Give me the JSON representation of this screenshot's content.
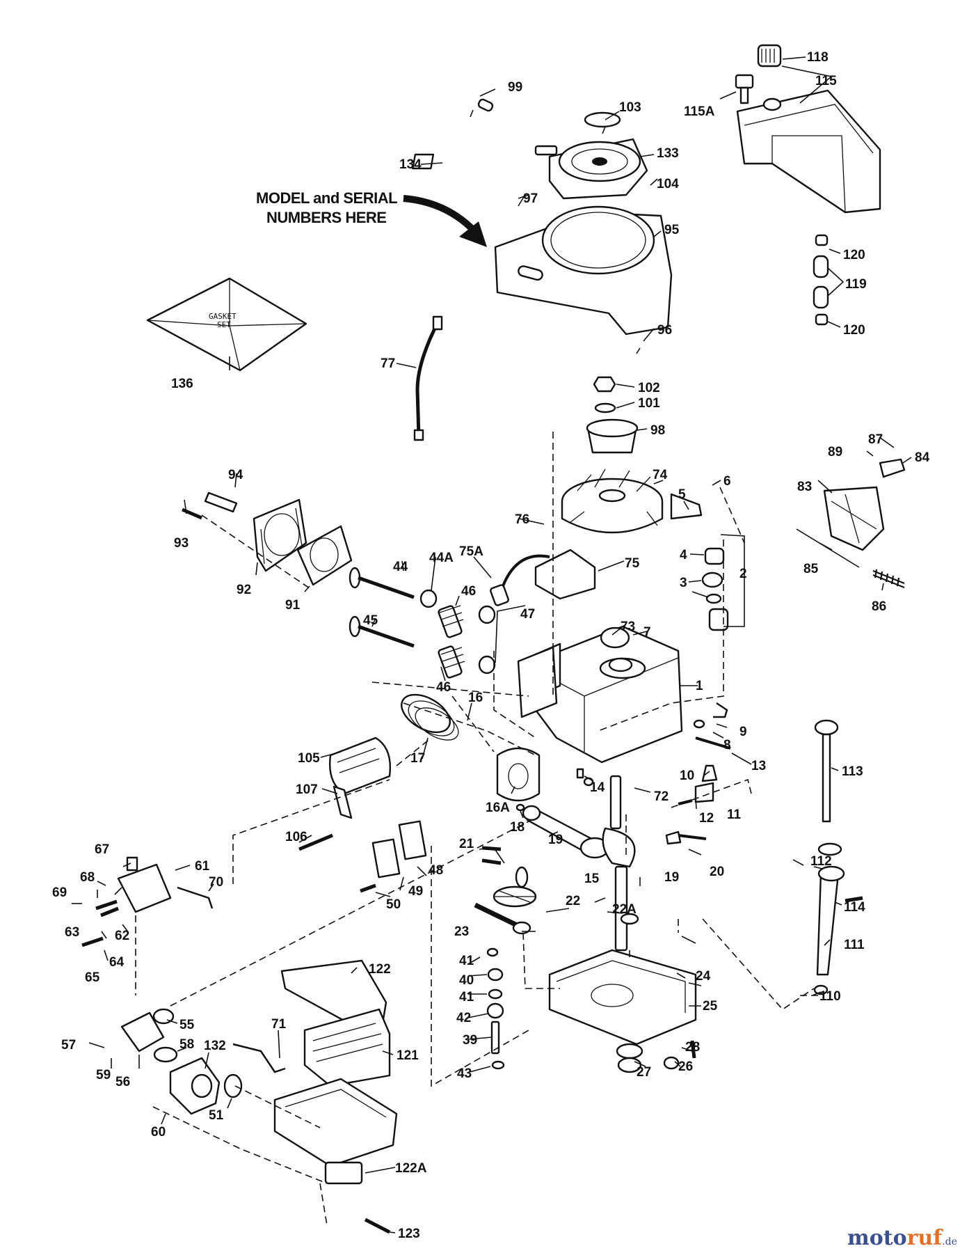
{
  "caption": {
    "line1": "MODEL and SERIAL",
    "line2": "NUMBERS HERE"
  },
  "gasket_set": {
    "line1": "GASKET",
    "line2": "SET"
  },
  "watermark": {
    "part1": "moto",
    "part2": "ruf",
    "tld": ".de"
  },
  "labels": {
    "p118": "118",
    "p115": "115",
    "p115a": "115A",
    "p99": "99",
    "p103": "103",
    "p134": "134",
    "p133": "133",
    "p104": "104",
    "p97": "97",
    "p95": "95",
    "p120a": "120",
    "p119": "119",
    "p120b": "120",
    "p96": "96",
    "p136": "136",
    "p77": "77",
    "p102": "102",
    "p101": "101",
    "p98": "98",
    "p87": "87",
    "p89": "89",
    "p84": "84",
    "p94": "94",
    "p74": "74",
    "p6": "6",
    "p83": "83",
    "p5": "5",
    "p93": "93",
    "p76": "76",
    "p85": "85",
    "p4": "4",
    "p2": "2",
    "p3": "3",
    "p75a": "75A",
    "p75": "75",
    "p92": "92",
    "p44": "44",
    "p44a": "44A",
    "p91": "91",
    "p46a": "46",
    "p86": "86",
    "p73": "73",
    "p45": "45",
    "p47": "47",
    "p7": "7",
    "p46b": "46",
    "p1": "1",
    "p16": "16",
    "p9": "9",
    "p8": "8",
    "p105": "105",
    "p17": "17",
    "p13": "13",
    "p113": "113",
    "p10": "10",
    "p107": "107",
    "p14": "14",
    "p72": "72",
    "p16a": "16A",
    "p12": "12",
    "p11": "11",
    "p106": "106",
    "p18": "18",
    "p19a": "19",
    "p21": "21",
    "p112": "112",
    "p20": "20",
    "p48": "48",
    "p67": "67",
    "p15": "15",
    "p19b": "19",
    "p61": "61",
    "p68": "68",
    "p70": "70",
    "p69": "69",
    "p49": "49",
    "p114": "114",
    "p50": "50",
    "p22": "22",
    "p22a": "22A",
    "p63": "63",
    "p62": "62",
    "p111": "111",
    "p23": "23",
    "p64": "64",
    "p41a": "41",
    "p65": "65",
    "p122": "122",
    "p24": "24",
    "p40": "40",
    "p110": "110",
    "p41b": "41",
    "p25": "25",
    "p42": "42",
    "p55": "55",
    "p71": "71",
    "p39": "39",
    "p57": "57",
    "p58": "58",
    "p132": "132",
    "p121": "121",
    "p28": "28",
    "p26": "26",
    "p43": "43",
    "p27": "27",
    "p59": "59",
    "p56": "56",
    "p51": "51",
    "p60": "60",
    "p122a": "122A",
    "p123": "123"
  }
}
